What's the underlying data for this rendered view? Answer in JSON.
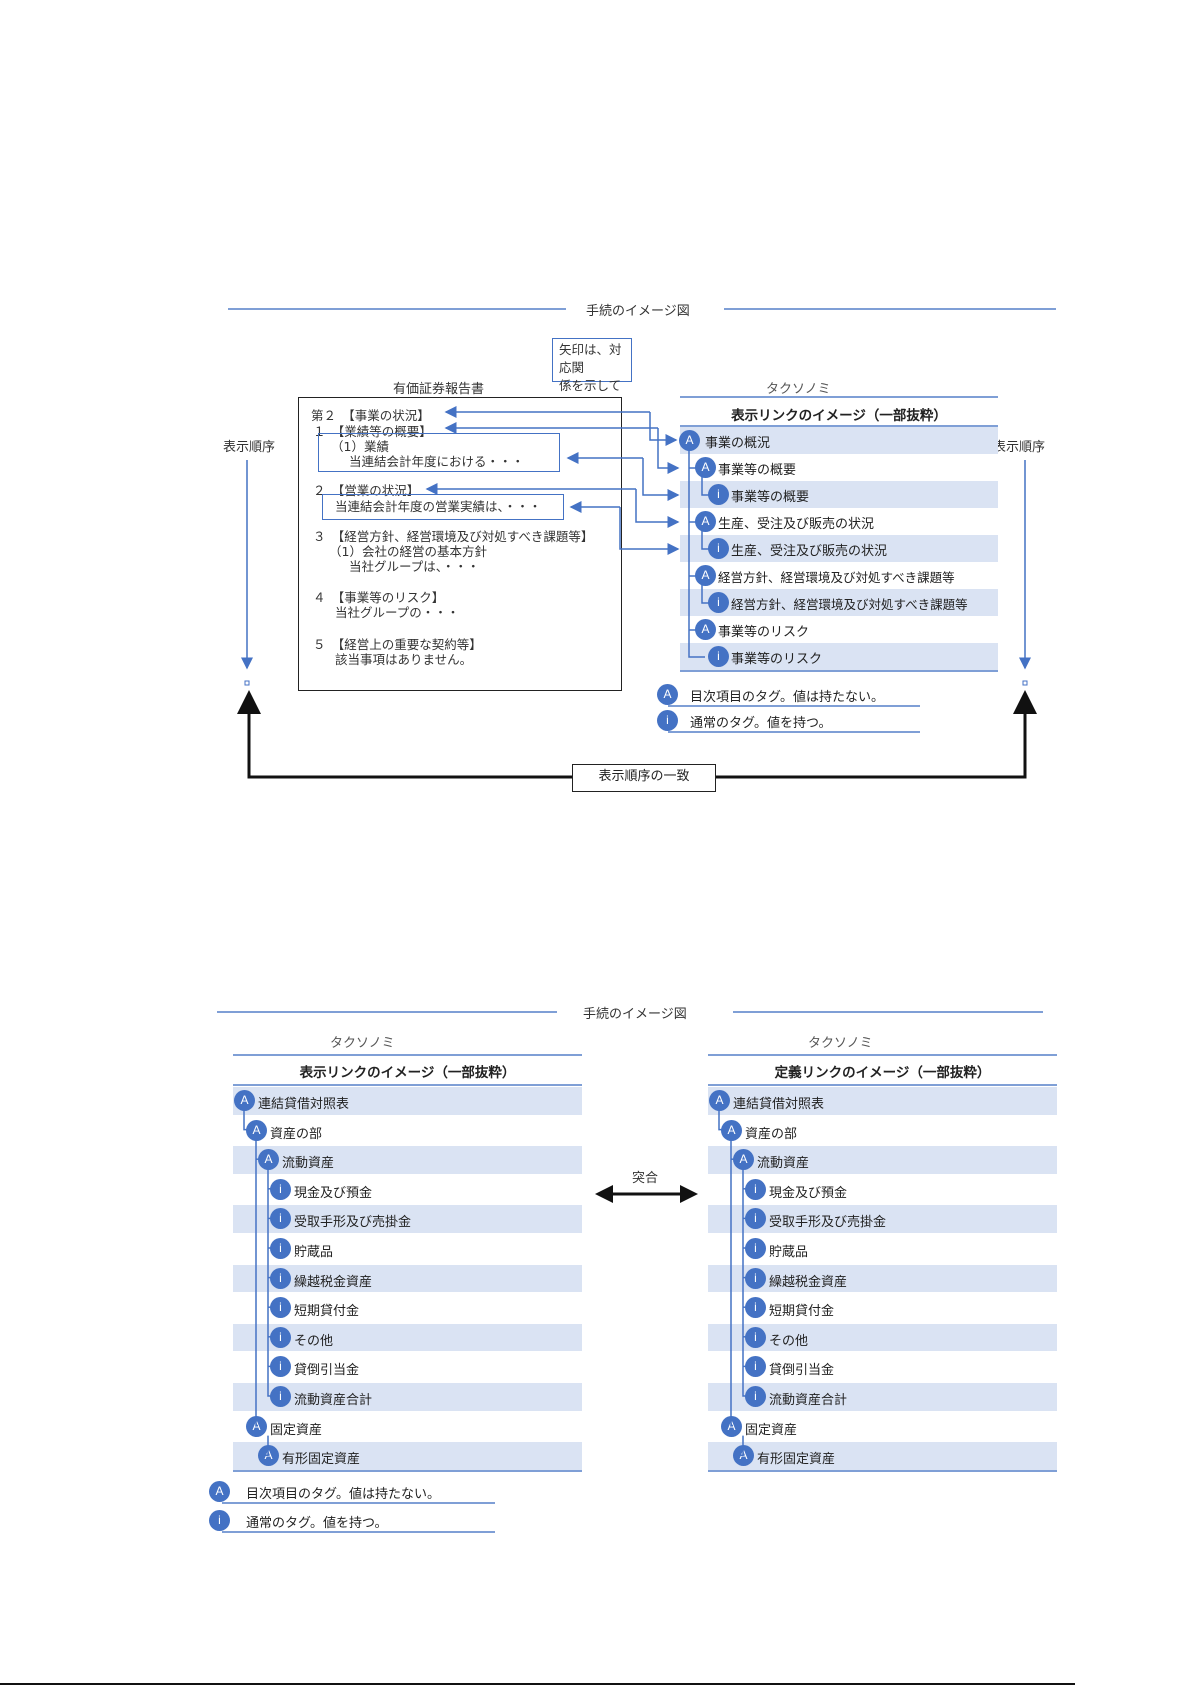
{
  "diagram1": {
    "title": "手続のイメージ図",
    "note": [
      "矢印は、対応関",
      "係を示している"
    ],
    "doc_title": "有価証券報告書",
    "taxonomy_title": "タクソノミ",
    "order_label_left": "表示順序",
    "order_label_right": "表示順序",
    "match_label": "表示順序の一致",
    "doc_lines": [
      "第２　【事業の状況】",
      "１　【業績等の概要】",
      "（1）業績",
      "当連結会計年度における・・・",
      "２　【営業の状況】",
      "当連結会計年度の営業実績は、・・・",
      "３　【経営方針、経営環境及び対処すべき課題等】",
      "（1）会社の経営の基本方針",
      "当社グループは、・・・",
      "４　【事業等のリスク】",
      "当社グループの・・・",
      "５　【経営上の重要な契約等】",
      "該当事項はありません。"
    ],
    "table_header": "表示リンクのイメージ（一部抜粋）",
    "rows": [
      {
        "badge": "A",
        "label": "事業の概況"
      },
      {
        "badge": "A",
        "label": "事業等の概要"
      },
      {
        "badge": "i",
        "label": "事業等の概要"
      },
      {
        "badge": "A",
        "label": "生産、受注及び販売の状況"
      },
      {
        "badge": "i",
        "label": "生産、受注及び販売の状況"
      },
      {
        "badge": "A",
        "label": "経営方針、経営環境及び対処すべき課題等"
      },
      {
        "badge": "i",
        "label": "経営方針、経営環境及び対処すべき課題等"
      },
      {
        "badge": "A",
        "label": "事業等のリスク"
      },
      {
        "badge": "i",
        "label": "事業等のリスク"
      }
    ],
    "legend": [
      {
        "badge": "A",
        "label": "目次項目のタグ。値は持たない。"
      },
      {
        "badge": "i",
        "label": "通常のタグ。値を持つ。"
      }
    ]
  },
  "diagram2": {
    "title": "手続のイメージ図",
    "left_taxonomy_title": "タクソノミ",
    "right_taxonomy_title": "タクソノミ",
    "left_header": "表示リンクのイメージ（一部抜粋）",
    "right_header": "定義リンクのイメージ（一部抜粋）",
    "match_label": "突合",
    "rows": [
      {
        "badge": "A",
        "label": "連結貸借対照表"
      },
      {
        "badge": "A",
        "label": "資産の部"
      },
      {
        "badge": "A",
        "label": "流動資産"
      },
      {
        "badge": "i",
        "label": "現金及び預金"
      },
      {
        "badge": "i",
        "label": "受取手形及び売掛金"
      },
      {
        "badge": "i",
        "label": "貯蔵品"
      },
      {
        "badge": "i",
        "label": "繰越税金資産"
      },
      {
        "badge": "i",
        "label": "短期貸付金"
      },
      {
        "badge": "i",
        "label": "その他"
      },
      {
        "badge": "i",
        "label": "貸倒引当金"
      },
      {
        "badge": "i",
        "label": "流動資産合計"
      },
      {
        "badge": "A",
        "label": "固定資産"
      },
      {
        "badge": "A",
        "label": "有形固定資産"
      }
    ],
    "legend": [
      {
        "badge": "A",
        "label": "目次項目のタグ。値は持たない。"
      },
      {
        "badge": "i",
        "label": "通常のタグ。値を持つ。"
      }
    ]
  }
}
